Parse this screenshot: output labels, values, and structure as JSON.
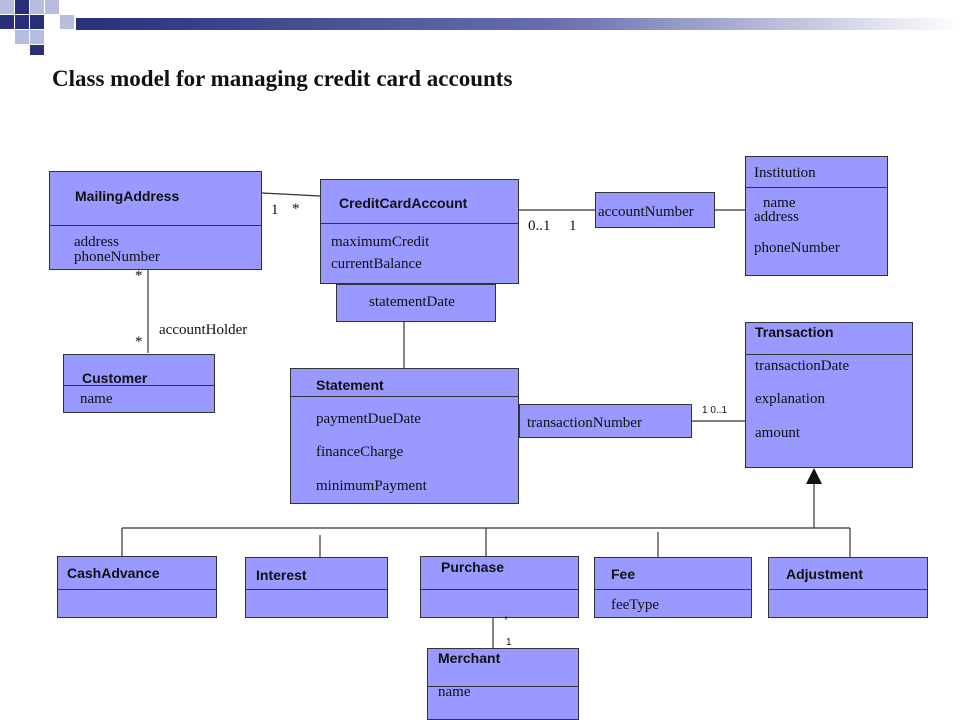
{
  "title": "Class model for managing credit card accounts",
  "colors": {
    "class_fill": "#9999ff",
    "decor_navy": "#2a2f7a",
    "decor_light": "#b8bce0"
  },
  "classes": {
    "mailing_address": {
      "name": "MailingAddress",
      "attrs": [
        "address",
        "phoneNumber"
      ]
    },
    "credit_card_account": {
      "name": "CreditCardAccount",
      "attrs": [
        "maximumCredit",
        "currentBalance"
      ]
    },
    "statement_date_box": {
      "attrs": [
        "statementDate"
      ]
    },
    "institution": {
      "name": "Institution",
      "attrs": [
        "name",
        "address",
        "phoneNumber"
      ]
    },
    "customer": {
      "name": "Customer",
      "attrs": [
        "name"
      ]
    },
    "statement": {
      "name": "Statement",
      "attrs": [
        "paymentDueDate",
        "financeCharge",
        "minimumPayment"
      ]
    },
    "transaction_number_box": {
      "attrs": [
        "transactionNumber"
      ]
    },
    "account_number_box": {
      "attrs": [
        "accountNumber"
      ]
    },
    "transaction": {
      "name": "Transaction",
      "attrs": [
        "transactionDate",
        "explanation",
        "amount"
      ]
    },
    "cash_advance": {
      "name": "CashAdvance"
    },
    "interest": {
      "name": "Interest"
    },
    "purchase": {
      "name": "Purchase"
    },
    "fee": {
      "name": "Fee",
      "attrs": [
        "feeType"
      ]
    },
    "adjustment": {
      "name": "Adjustment"
    },
    "merchant": {
      "name": "Merchant",
      "attrs": [
        "name"
      ]
    }
  },
  "multiplicities": {
    "mailing_one": "1",
    "mailing_star": "*",
    "acct_zero_one": "0..1",
    "acct_one": "1",
    "mail_cust_top": "*",
    "mail_cust_bottom": "*",
    "trans_mult": "1 0..1",
    "purchase_star": "*",
    "merchant_one": "1"
  },
  "associations": {
    "account_holder": "accountHolder"
  }
}
